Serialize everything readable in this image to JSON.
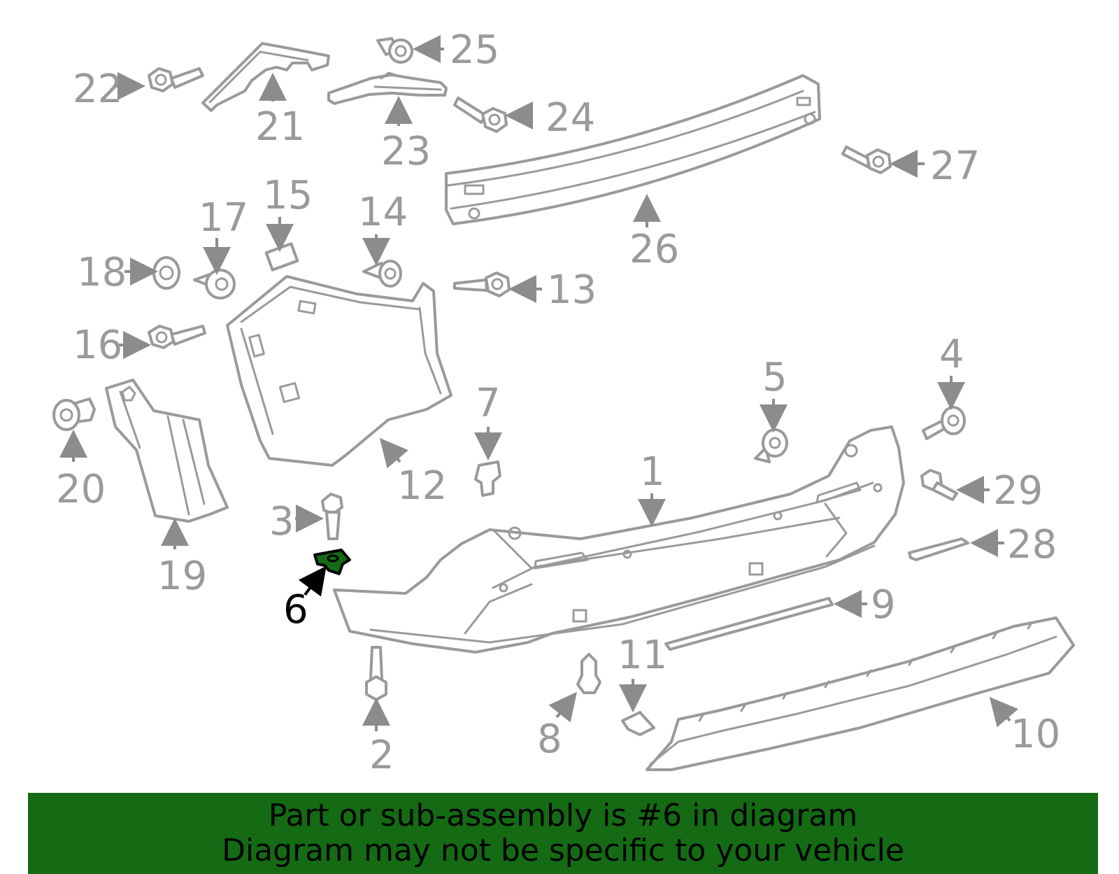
{
  "diagram": {
    "highlight_color": "#146b14",
    "line_color": "#9a9a9a",
    "highlighted_part": "6",
    "callouts": {
      "c1": "1",
      "c2": "2",
      "c3": "3",
      "c4": "4",
      "c5": "5",
      "c6": "6",
      "c7": "7",
      "c8": "8",
      "c9": "9",
      "c10": "10",
      "c11": "11",
      "c12": "12",
      "c13": "13",
      "c14": "14",
      "c15": "15",
      "c16": "16",
      "c17": "17",
      "c18": "18",
      "c19": "19",
      "c20": "20",
      "c21": "21",
      "c22": "22",
      "c23": "23",
      "c24": "24",
      "c25": "25",
      "c26": "26",
      "c27": "27",
      "c28": "28",
      "c29": "29"
    }
  },
  "banner": {
    "background": "#146b14",
    "line1": "Part or sub-assembly is #6 in diagram",
    "line2": "Diagram may not be specific to your vehicle"
  }
}
